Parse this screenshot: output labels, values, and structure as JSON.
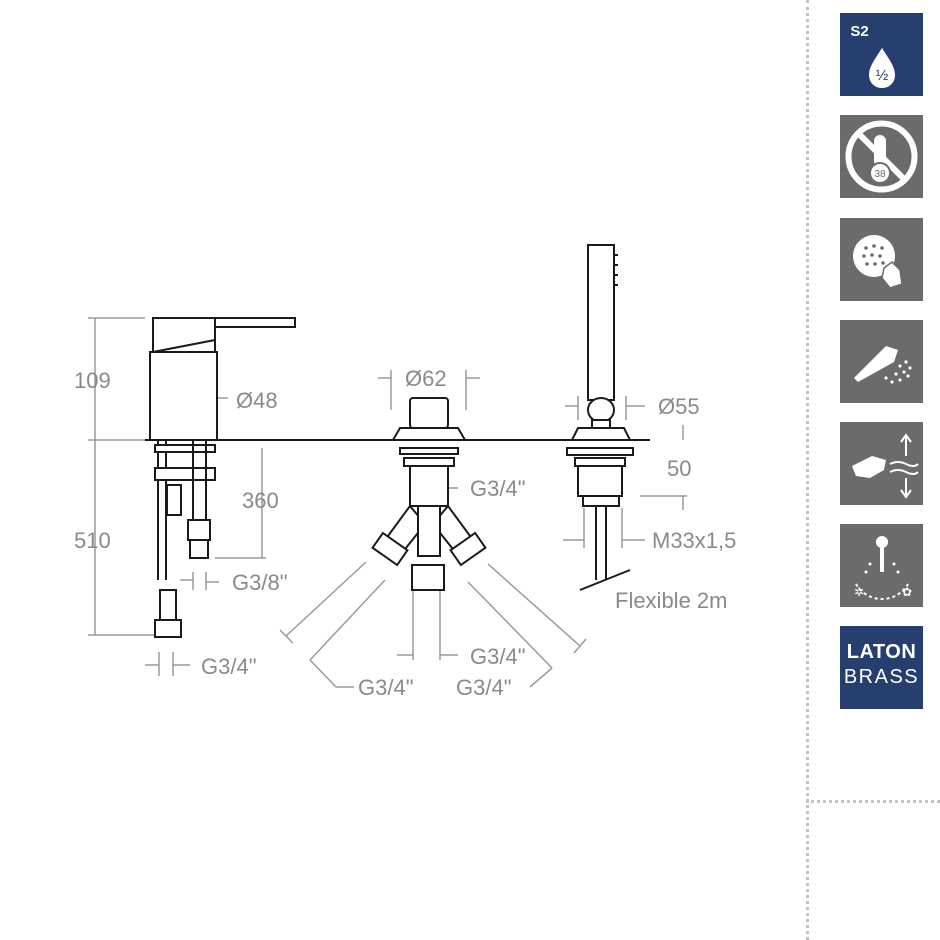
{
  "dimensions": {
    "height_lever": "109",
    "diam_body": "Ø48",
    "height_total": "510",
    "hose_length_mixer": "360",
    "thread_mixer_small": "G3/8\"",
    "thread_mixer_large": "G3/4\"",
    "diam_diverter": "Ø62",
    "thread_diverter_top": "G3/4\"",
    "thread_diverter_bottom": "G3/4\"",
    "thread_diverter_left": "G3/4\"",
    "thread_diverter_right": "G3/4\"",
    "diam_shower": "Ø55",
    "height_shower_base": "50",
    "thread_shower": "M33x1,5",
    "hose_shower": "Flexible 2m"
  },
  "badges": [
    {
      "icon": "water-saving-icon",
      "label_top": "S2",
      "label_fraction": "½",
      "color": "#273f6e"
    },
    {
      "icon": "no-thermostat-icon",
      "label_temp": "38",
      "color": "#6b6b6b"
    },
    {
      "icon": "anti-limescale-icon",
      "color": "#6b6b6b"
    },
    {
      "icon": "shower-spray-icon",
      "color": "#6b6b6b"
    },
    {
      "icon": "height-adjust-icon",
      "color": "#6b6b6b"
    },
    {
      "icon": "temperature-control-icon",
      "color": "#6b6b6b"
    },
    {
      "icon": "brass-icon",
      "label_top": "LATON",
      "label_bottom": "BRASS",
      "color": "#273f6e"
    }
  ]
}
